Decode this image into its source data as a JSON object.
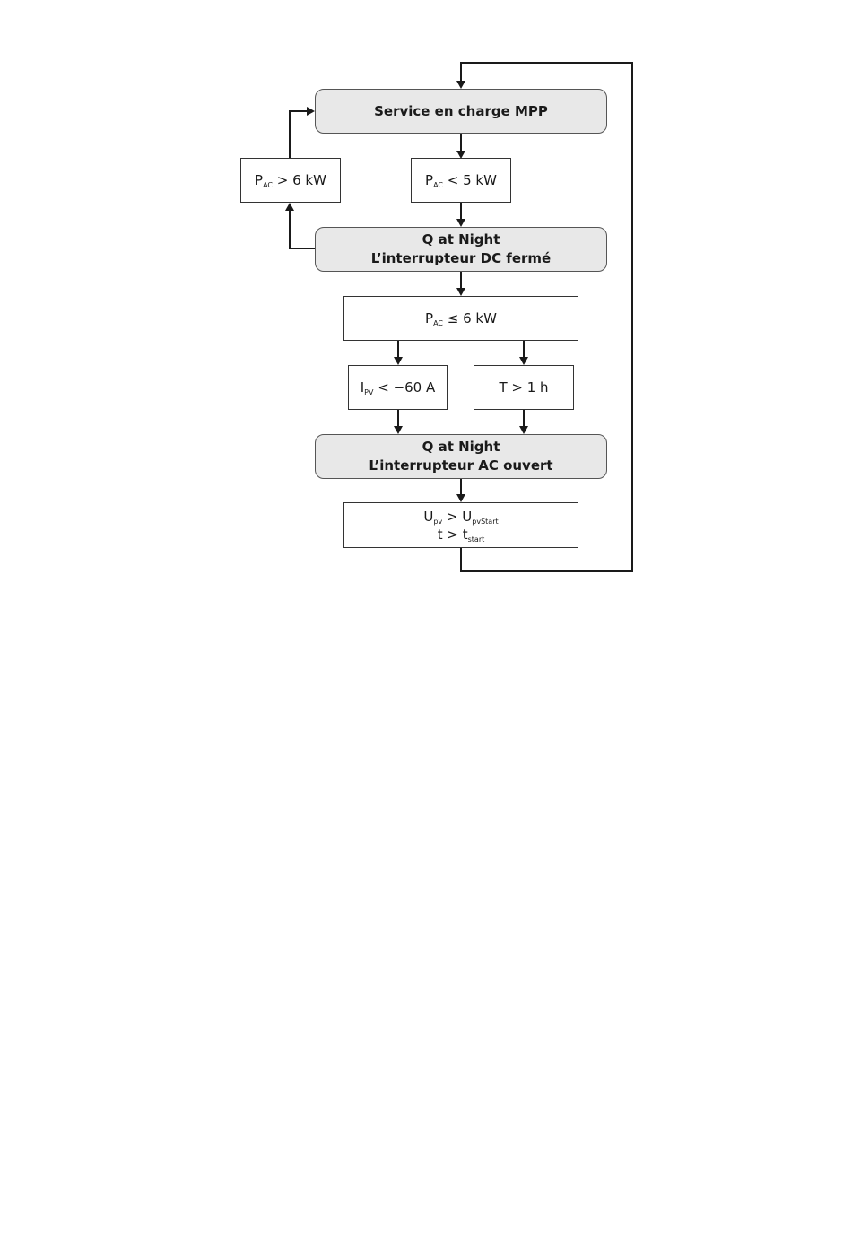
{
  "states": {
    "mpp": {
      "label": "Service en charge MPP"
    },
    "dc_closed": {
      "line1": "Q at Night",
      "line2": "L’interrupteur DC fermé"
    },
    "ac_open": {
      "line1": "Q at Night",
      "line2": "L’interrupteur AC ouvert"
    }
  },
  "conditions": {
    "pac_gt_6": {
      "symbol": "P",
      "sub": "AC",
      "rest": " > 6 kW"
    },
    "pac_lt_5": {
      "symbol": "P",
      "sub": "AC",
      "rest": " < 5 kW"
    },
    "pac_le_6": {
      "symbol": "P",
      "sub": "AC",
      "rest": " ≤ 6 kW"
    },
    "ipv": {
      "symbol": "I",
      "sub": "PV",
      "rest": " < −60 A"
    },
    "t_1h": {
      "text": "T > 1 h"
    },
    "upv": {
      "u_symbol": "U",
      "u_sub": "pv",
      "u_mid": " > U",
      "u_sub2": "pvStart",
      "t_symbol": "t > t",
      "t_sub": "start"
    }
  }
}
